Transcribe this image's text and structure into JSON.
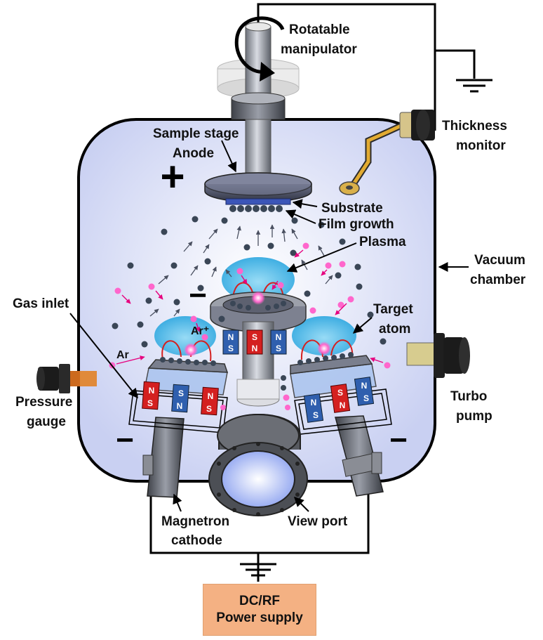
{
  "labels": {
    "rotatable_manipulator": [
      "Rotatable",
      "manipulator"
    ],
    "thickness_monitor": [
      "Thickness",
      "monitor"
    ],
    "sample_stage": "Sample stage",
    "anode": "Anode",
    "substrate": "Substrate",
    "film_growth": "Film growth",
    "plasma": "Plasma",
    "vacuum_chamber": [
      "Vacuum",
      "chamber"
    ],
    "gas_inlet": "Gas inlet",
    "target_atom": [
      "Target",
      "atom"
    ],
    "ar_ion": "Ar⁺",
    "ar": "Ar",
    "pressure_gauge": [
      "Pressure",
      "gauge"
    ],
    "turbo_pump": [
      "Turbo",
      "pump"
    ],
    "magnetron_cathode": [
      "Magnetron",
      "cathode"
    ],
    "view_port": "View port",
    "power_supply": [
      "DC/RF",
      "Power supply"
    ]
  },
  "signs": {
    "plus": "+",
    "minus": "−"
  },
  "magnet": {
    "north": "N",
    "south": "S"
  },
  "colors": {
    "chamber_fill": "#d4d9f5",
    "plasma": "#3ab4e6",
    "ion": "#ff66cc",
    "atom": "#3a4656",
    "magnet_north": "#2f5fae",
    "magnet_south": "#d42020",
    "power_supply": "#f4b183"
  }
}
